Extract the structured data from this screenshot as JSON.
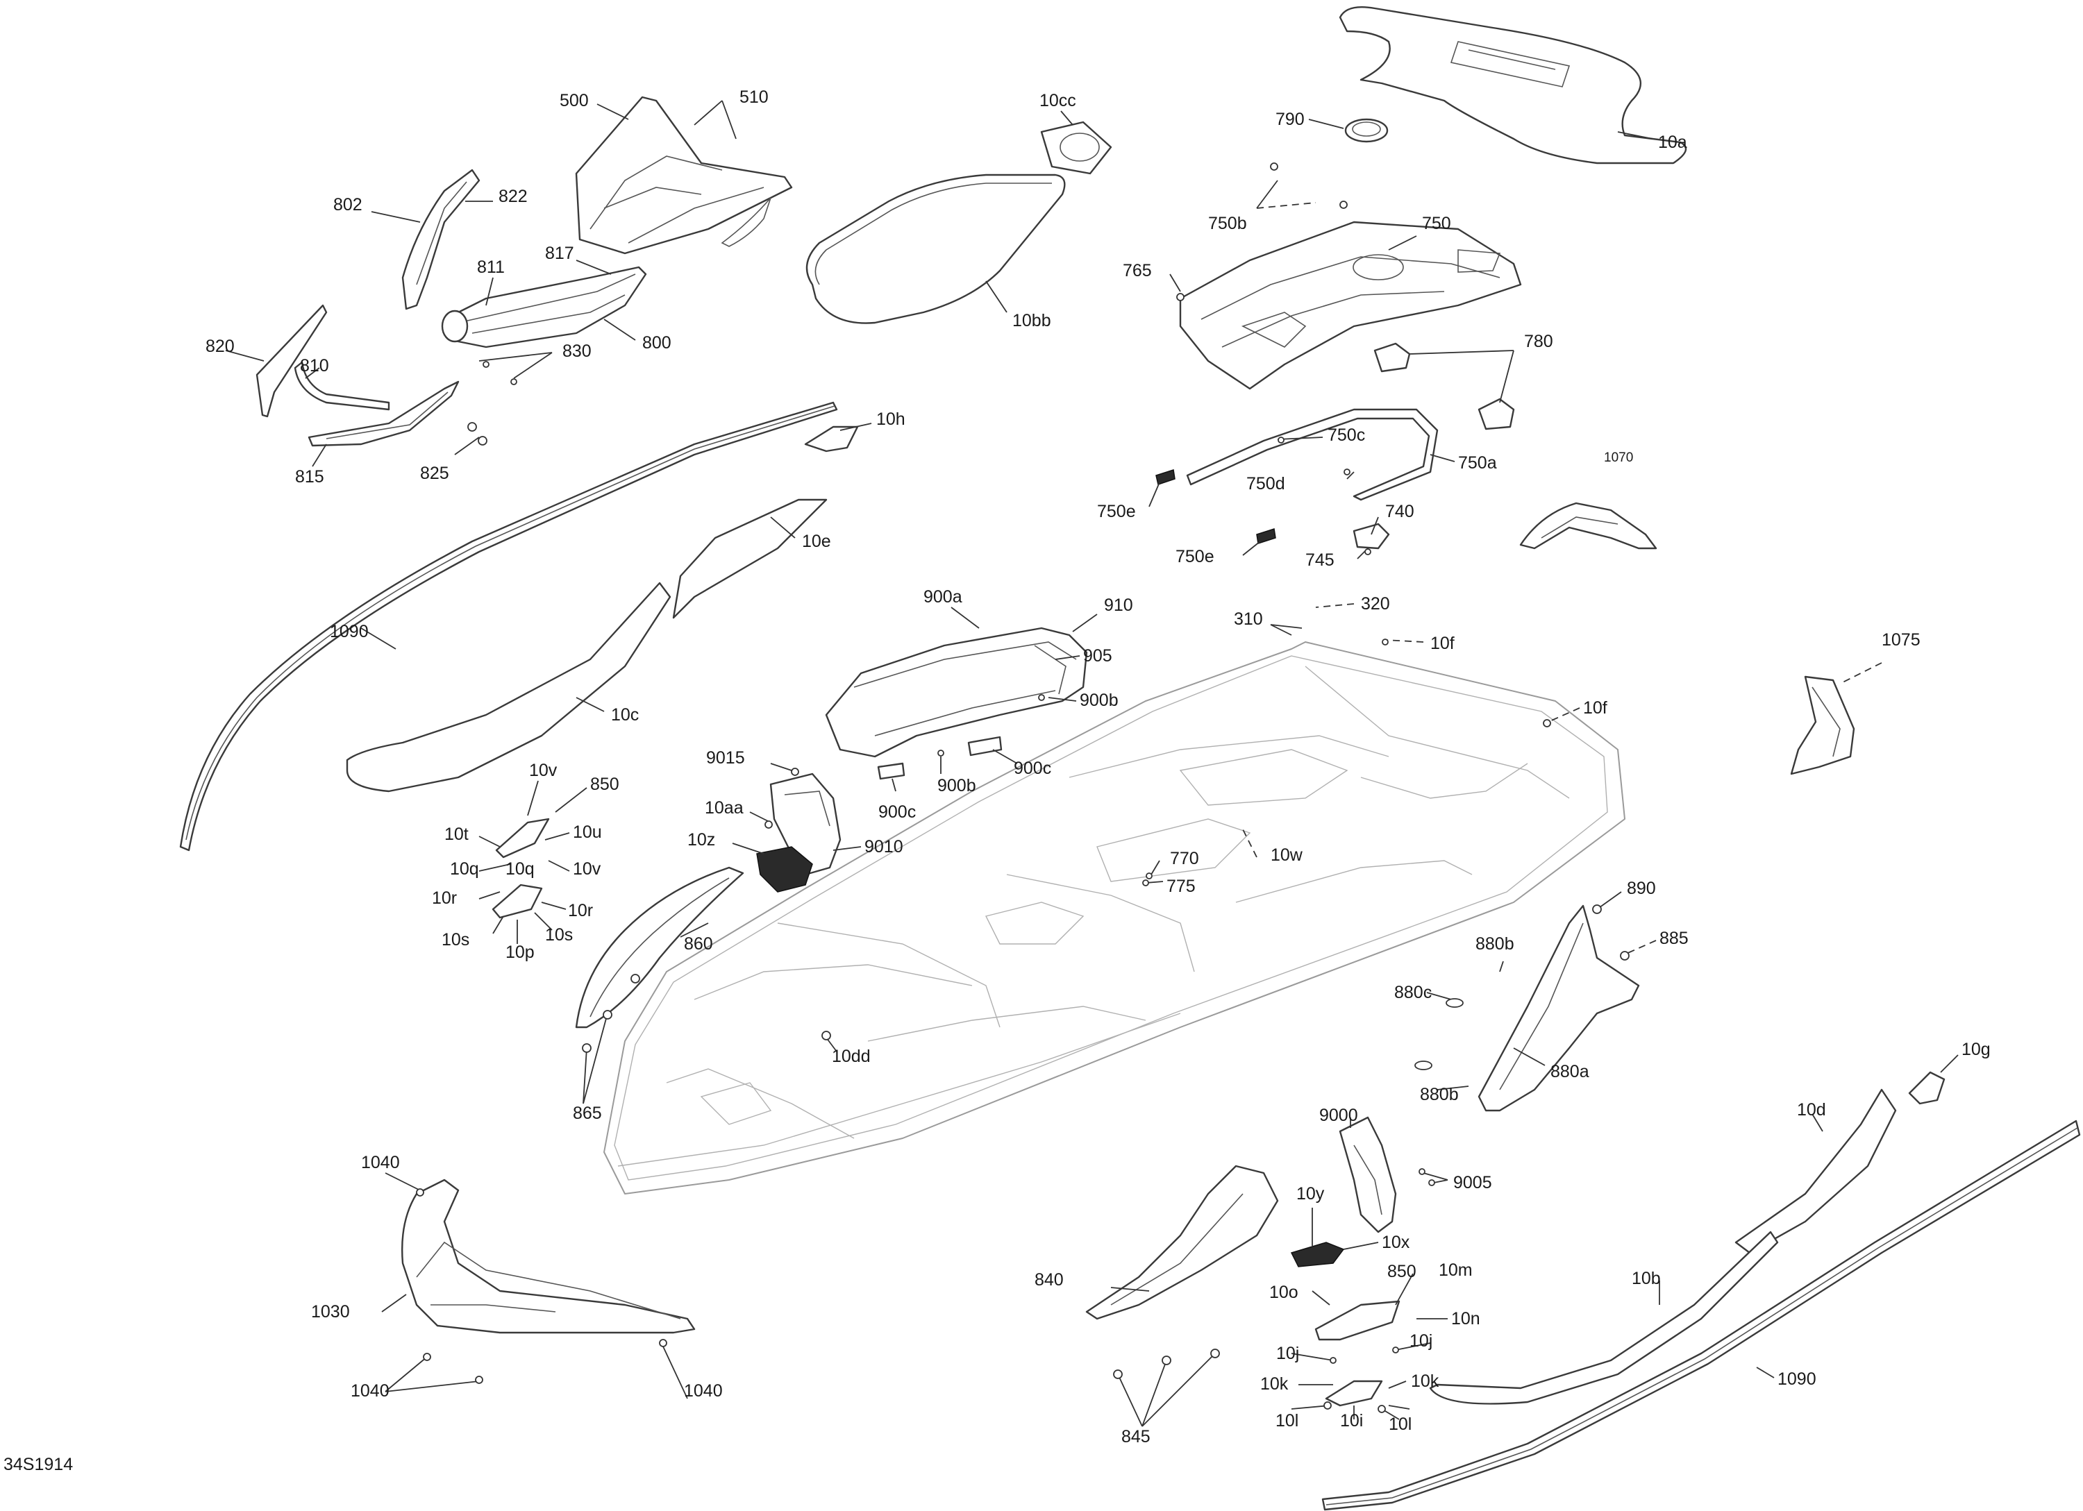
{
  "diagram_ref": "34S1914",
  "callouts": {
    "c500": "500",
    "c510": "510",
    "c10cc": "10cc",
    "c790": "790",
    "c10a": "10a",
    "c802": "802",
    "c822": "822",
    "c817": "817",
    "c811": "811",
    "c800": "800",
    "c830": "830",
    "c820": "820",
    "c810": "810",
    "c815": "815",
    "c825": "825",
    "c10bb": "10bb",
    "c10h": "10h",
    "c10e": "10e",
    "c1090a": "1090",
    "c10c": "10c",
    "c750b": "750b",
    "c750": "750",
    "c765": "765",
    "c780": "780",
    "c750c": "750c",
    "c750d": "750d",
    "c750a": "750a",
    "c750e_1": "750e",
    "c750e_2": "750e",
    "c740": "740",
    "c745": "745",
    "c1070": "1070",
    "c320": "320",
    "c310": "310",
    "c10f_1": "10f",
    "c10f_2": "10f",
    "c1075": "1075",
    "c900a": "900a",
    "c910": "910",
    "c905": "905",
    "c900b_1": "900b",
    "c900b_2": "900b",
    "c900c_1": "900c",
    "c900c_2": "900c",
    "c9015": "9015",
    "c10aa": "10aa",
    "c10z": "10z",
    "c9010": "9010",
    "c10v_1": "10v",
    "c850_1": "850",
    "c10t": "10t",
    "c10u": "10u",
    "c10q_1": "10q",
    "c10q_2": "10q",
    "c10v_2": "10v",
    "c10r_1": "10r",
    "c10r_2": "10r",
    "c10s_1": "10s",
    "c10s_2": "10s",
    "c10p": "10p",
    "c860": "860",
    "c865": "865",
    "c10dd": "10dd",
    "c10w": "10w",
    "c770": "770",
    "c775": "775",
    "c890": "890",
    "c885": "885",
    "c880b_1": "880b",
    "c880c": "880c",
    "c880a": "880a",
    "c880b_2": "880b",
    "c10g": "10g",
    "c10d": "10d",
    "c9000": "9000",
    "c9005": "9005",
    "c10y": "10y",
    "c10x": "10x",
    "c850_2": "850",
    "c10m": "10m",
    "c10o": "10o",
    "c10n": "10n",
    "c10j_1": "10j",
    "c10j_2": "10j",
    "c10k_1": "10k",
    "c10k_2": "10k",
    "c10l_1": "10l",
    "c10l_2": "10l",
    "c10i": "10i",
    "c840": "840",
    "c845": "845",
    "c10b": "10b",
    "c1090b": "1090",
    "c1040_1": "1040",
    "c1040_2": "1040",
    "c1040_3": "1040",
    "c1030": "1030"
  }
}
